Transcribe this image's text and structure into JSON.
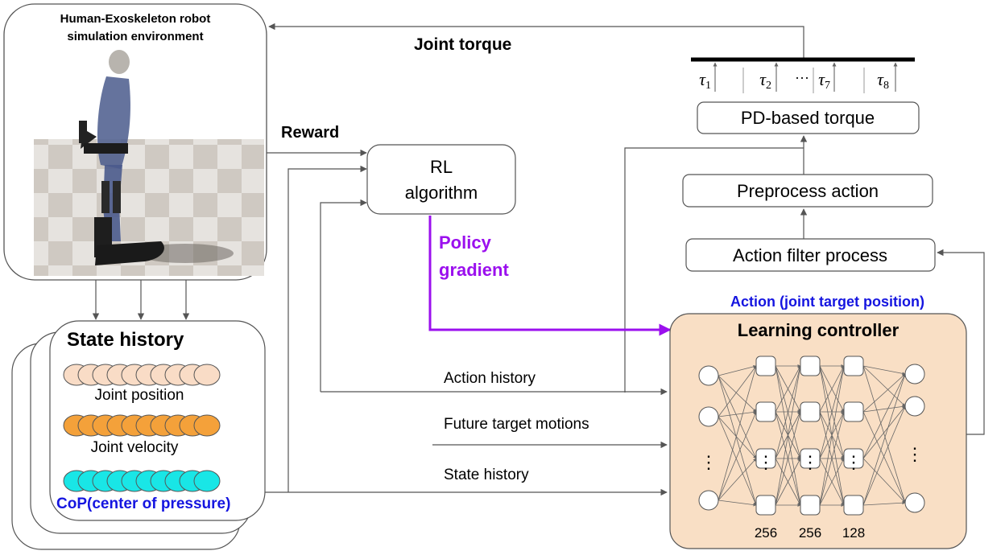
{
  "colors": {
    "policy": "#9b10ee",
    "action_label": "#1515e0",
    "controller_fill": "#f9dfc5",
    "joint_position": "#f9dcc6",
    "joint_velocity": "#f4a13a",
    "cop": "#19e6e6",
    "line": "#555555"
  },
  "sim": {
    "title_line1": "Human-Exoskeleton robot",
    "title_line2": "simulation environment"
  },
  "labels": {
    "joint_torque": "Joint torque",
    "reward": "Reward",
    "policy_line1": "Policy",
    "policy_line2": "gradient",
    "action": "Action (joint target position)",
    "action_history": "Action history",
    "future_target": "Future target motions",
    "state_history_arrow": "State history"
  },
  "rl": {
    "line1": "RL",
    "line2": "algorithm"
  },
  "torque_bar": {
    "taus": [
      {
        "sym": "τ",
        "sub": "1"
      },
      {
        "sym": "τ",
        "sub": "2"
      },
      {
        "dots": "···",
        "sym": "τ",
        "sub": "7"
      },
      {
        "sym": "τ",
        "sub": "8"
      }
    ]
  },
  "boxes": {
    "pd": "PD-based torque",
    "preprocess": "Preprocess action",
    "filter": "Action filter process"
  },
  "state_history": {
    "title": "State history",
    "joint_position": "Joint position",
    "joint_velocity": "Joint velocity",
    "cop": "CoP(center of pressure)"
  },
  "controller": {
    "title": "Learning controller",
    "layer_sizes": [
      "256",
      "256",
      "128"
    ],
    "dots": "⋮"
  }
}
